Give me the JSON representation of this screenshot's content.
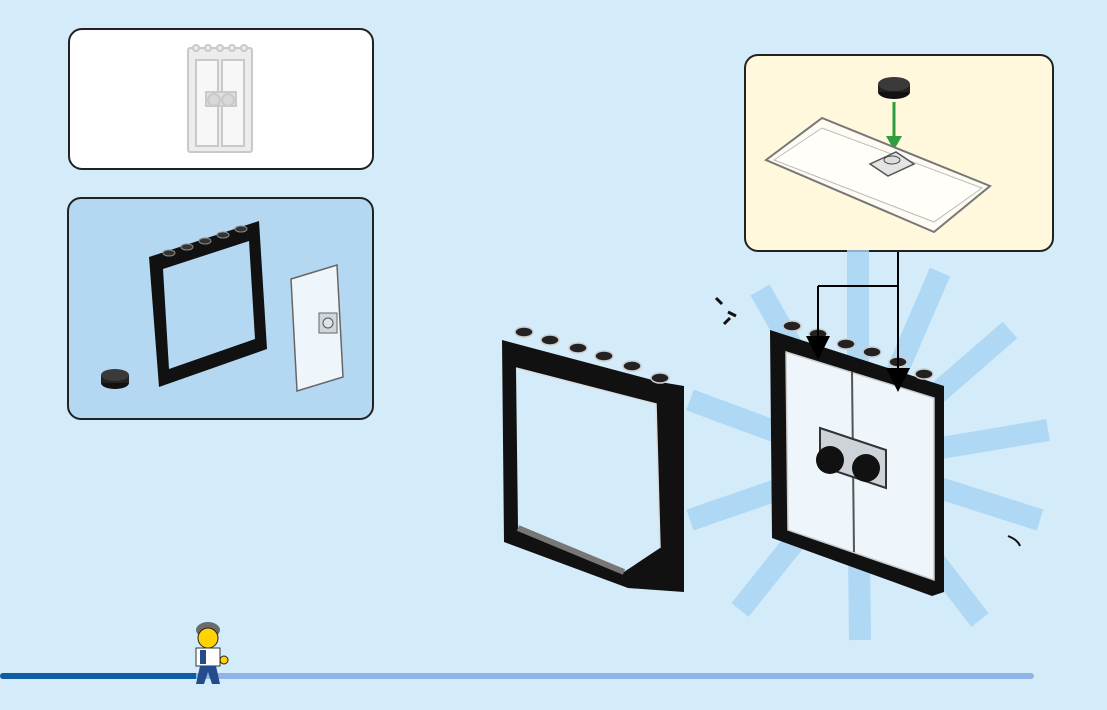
{
  "page": {
    "background": "#d4ebf9",
    "type": "assembly-instruction-step"
  },
  "preview_panel": {
    "icon": "finished-door-preview-icon",
    "style": "ghosted"
  },
  "parts_panel": {
    "parts": [
      {
        "name": "round-tile-1x1",
        "color": "#222222",
        "icon": "round-tile-icon"
      },
      {
        "name": "door-frame-1x6x6",
        "color": "#111111",
        "icon": "door-frame-icon"
      },
      {
        "name": "door-panel",
        "color": "#e8f1f8",
        "icon": "door-panel-icon"
      }
    ]
  },
  "callout_panel": {
    "background": "#fff8dc",
    "arrow_color": "#2e9e3e",
    "icon": "attach-tile-to-door-icon"
  },
  "assembly": {
    "arrow_color": "#000000",
    "burst_color": "#9cd0f2",
    "icons": [
      "door-frame-icon",
      "assembled-door-icon",
      "burst-highlight-icon"
    ]
  },
  "progress": {
    "value": 0.19,
    "fill_color": "#0f5c9f",
    "track_color": "#8fb4e8"
  },
  "mascot": {
    "icon": "minifigure-worker-icon"
  }
}
